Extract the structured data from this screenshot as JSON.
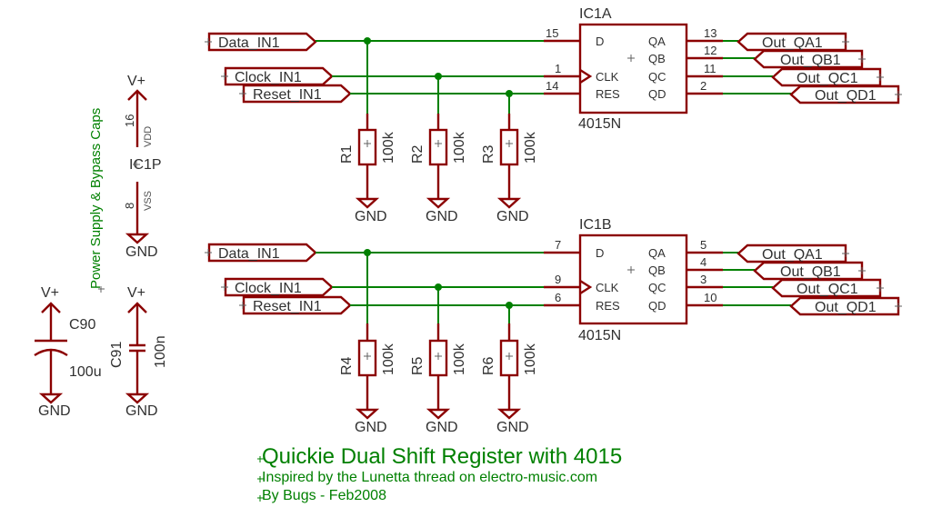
{
  "ic_a": {
    "name": "IC1A",
    "part": "4015N",
    "pin_labels": [
      "D",
      "CLK",
      "RES",
      "QA",
      "QB",
      "QC",
      "QD"
    ],
    "pin_numbers": [
      "15",
      "1",
      "14",
      "13",
      "12",
      "11",
      "2"
    ]
  },
  "ic_b": {
    "name": "IC1B",
    "part": "4015N",
    "pin_labels": [
      "D",
      "CLK",
      "RES",
      "QA",
      "QB",
      "QC",
      "QD"
    ],
    "pin_numbers": [
      "7",
      "9",
      "6",
      "5",
      "4",
      "3",
      "10"
    ]
  },
  "inputs": [
    "Data_IN1",
    "Clock_IN1",
    "Reset_IN1"
  ],
  "outputs": [
    "Out_QA1",
    "Out_QB1",
    "Out_QC1",
    "Out_QD1"
  ],
  "resistors_top": [
    {
      "name": "R1",
      "value": "100k"
    },
    {
      "name": "R2",
      "value": "100k"
    },
    {
      "name": "R3",
      "value": "100k"
    }
  ],
  "resistors_bottom": [
    {
      "name": "R4",
      "value": "100k"
    },
    {
      "name": "R5",
      "value": "100k"
    },
    {
      "name": "R6",
      "value": "100k"
    }
  ],
  "gnd": "GND",
  "vplus": "V+",
  "power": {
    "section_title": "Power Supply & Bypass Caps",
    "ic": "IC1P",
    "vdd_pin": "16",
    "vdd_label": "VDD",
    "vss_pin": "8",
    "vss_label": "VSS"
  },
  "caps": [
    {
      "name": "C90",
      "value": "100u"
    },
    {
      "name": "C91",
      "value": "100n"
    }
  ],
  "title": "Quickie Dual Shift Register with 4015",
  "subtitle": "Inspired by the Lunetta thread on electro-music.com",
  "author": "By Bugs - Feb2008",
  "colors": {
    "wire": "#008000",
    "symbol": "#8b0000",
    "text": "#303030",
    "note": "#008000"
  }
}
